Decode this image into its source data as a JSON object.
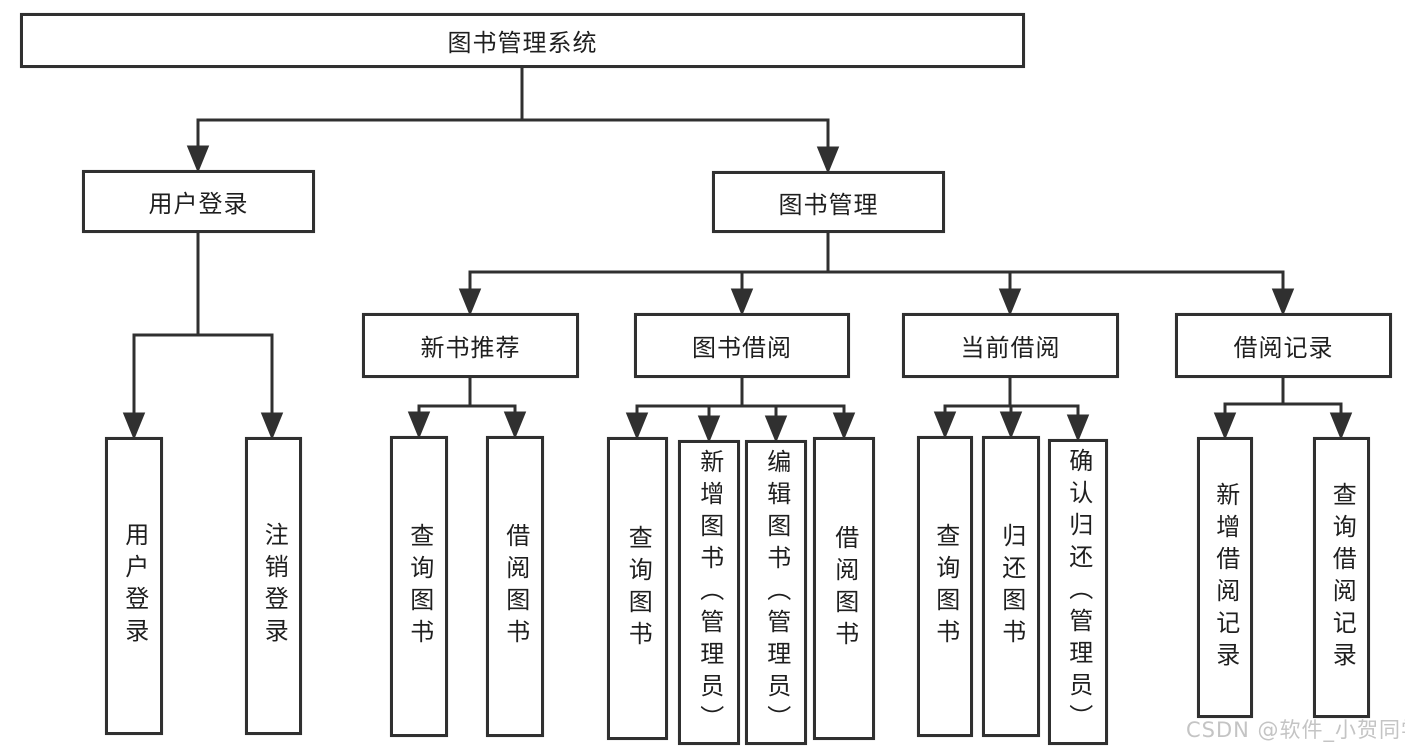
{
  "diagram_type": "hierarchy-tree",
  "tree": {
    "label": "图书管理系统",
    "children": [
      {
        "label": "用户登录",
        "children": [
          {
            "label": "用户登录"
          },
          {
            "label": "注销登录"
          }
        ]
      },
      {
        "label": "图书管理",
        "children": [
          {
            "label": "新书推荐",
            "children": [
              {
                "label": "查询图书"
              },
              {
                "label": "借阅图书"
              }
            ]
          },
          {
            "label": "图书借阅",
            "children": [
              {
                "label": "查询图书"
              },
              {
                "label": "新增图书（管理员）"
              },
              {
                "label": "编辑图书（管理员）"
              },
              {
                "label": "借阅图书"
              }
            ]
          },
          {
            "label": "当前借阅",
            "children": [
              {
                "label": "查询图书"
              },
              {
                "label": "归还图书"
              },
              {
                "label": "确认归还（管理员）"
              }
            ]
          },
          {
            "label": "借阅记录",
            "children": [
              {
                "label": "新增借阅记录"
              },
              {
                "label": "查询借阅记录"
              }
            ]
          }
        ]
      }
    ]
  },
  "watermark": {
    "text": "CSDN @软件_小贺同学"
  },
  "colors": {
    "line": "#303030",
    "box_border": "#303030",
    "box_bg": "#ffffff",
    "text": "#1f1f1f",
    "watermark": "#c4c4c4"
  }
}
